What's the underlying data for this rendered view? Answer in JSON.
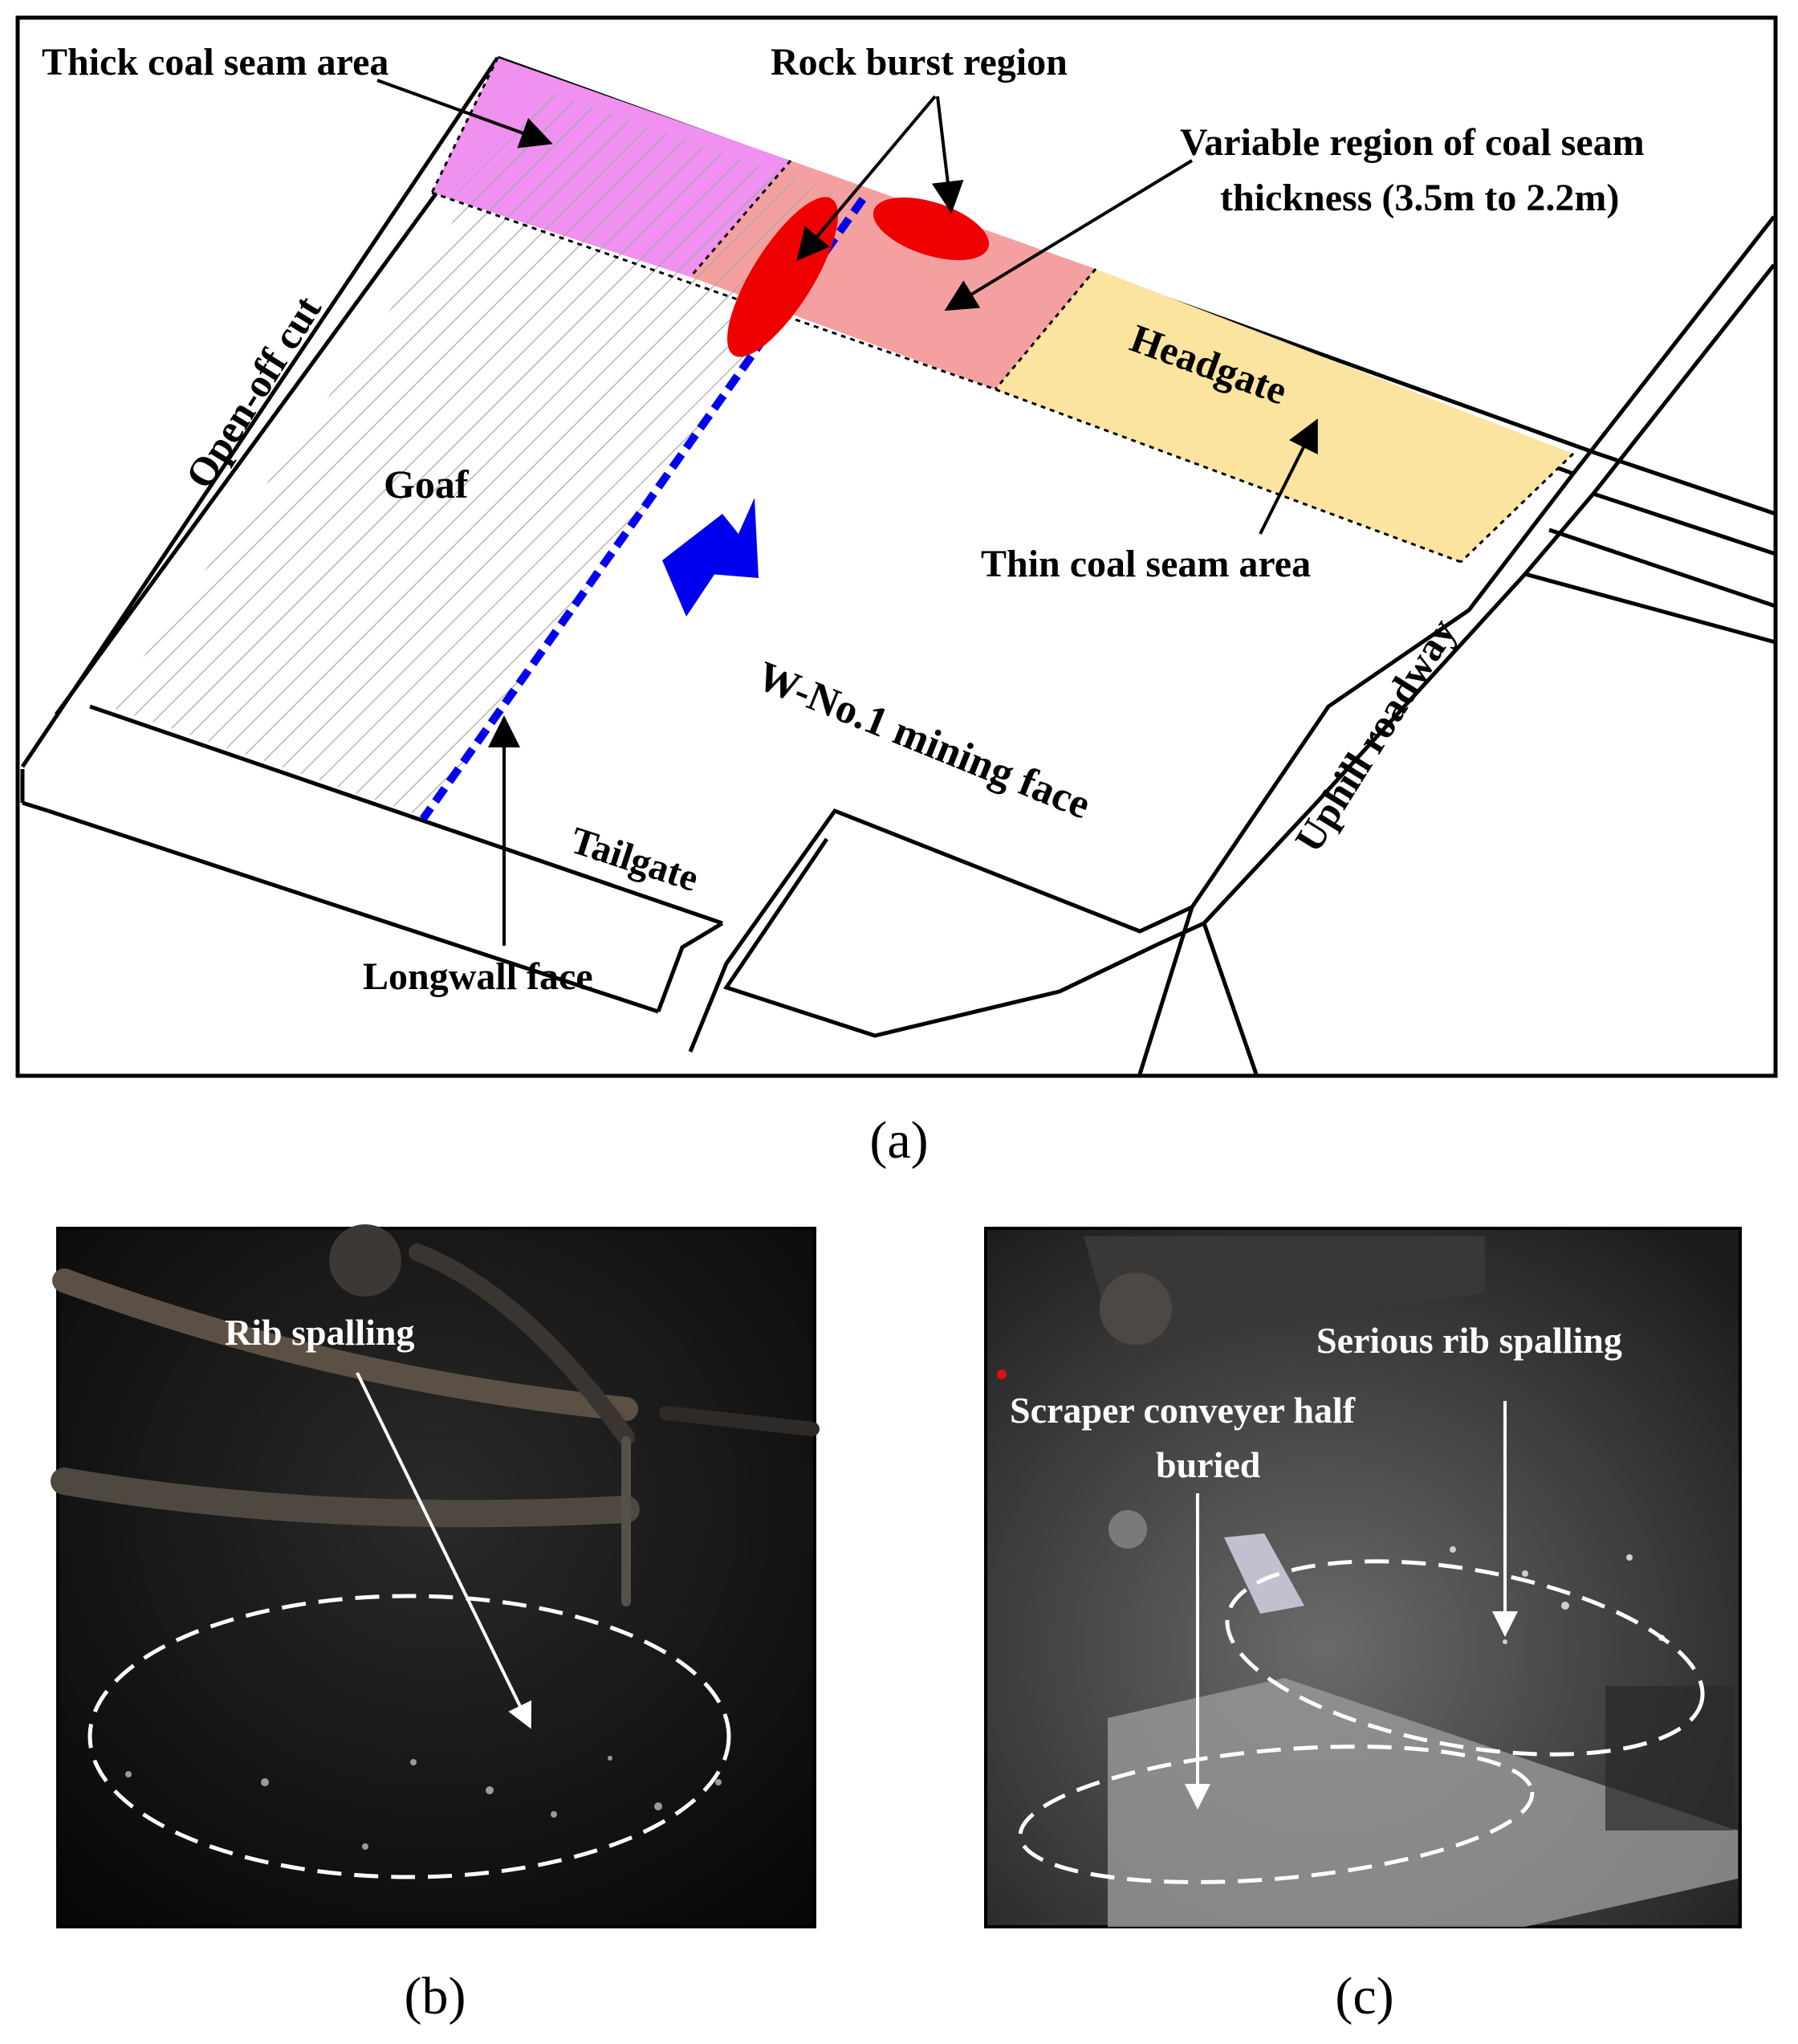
{
  "panel_a": {
    "labels": {
      "thick_coal": "Thick coal seam area",
      "rock_burst": "Rock burst region",
      "variable_line1": "Variable region of coal seam",
      "variable_line2": "thickness (3.5m to 2.2m)",
      "headgate": "Headgate",
      "thin_coal": "Thin coal seam area",
      "open_off_cut": "Open-off cut",
      "goaf": "Goaf",
      "mining_face": "W-No.1 mining face",
      "uphill": "Uphill roadway",
      "tailgate": "Tailgate",
      "longwall": "Longwall face"
    },
    "caption": "(a)",
    "colors": {
      "thick": "#f090f0",
      "variable": "#f5a0a0",
      "thin": "#fbe3a0",
      "rock_burst": "#ee0000",
      "longwall": "#0000ee",
      "advance_arrow": "#0000ee"
    }
  },
  "panel_b": {
    "label": "Rib spalling",
    "caption": "(b)"
  },
  "panel_c": {
    "label_serious": "Serious rib spalling",
    "label_scraper_line1": "Scraper conveyer half",
    "label_scraper_line2": "buried",
    "caption": "(c)"
  }
}
